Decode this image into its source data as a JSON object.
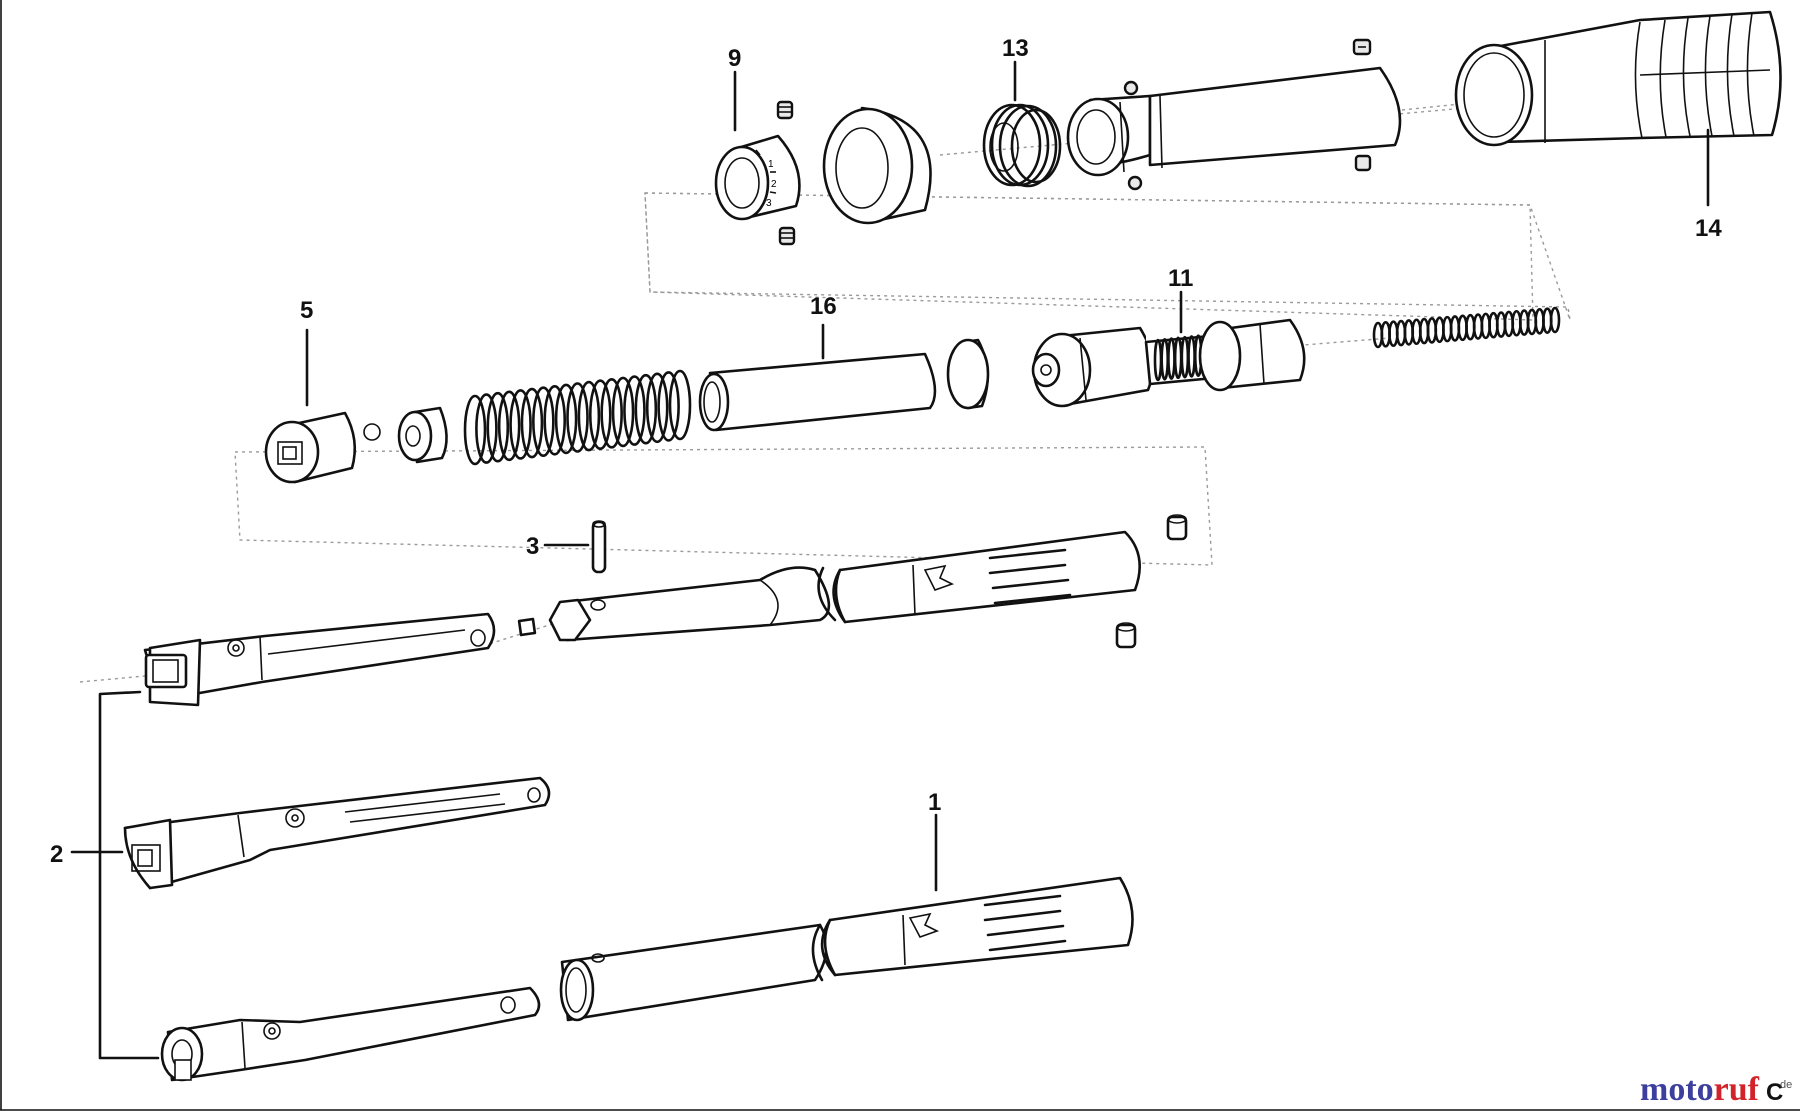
{
  "labels": {
    "p1": "1",
    "p2": "2",
    "p3": "3",
    "p5": "5",
    "p9": "9",
    "p11": "11",
    "p13": "13",
    "p14": "14",
    "p16": "16"
  },
  "dial_marks": [
    "1",
    "2",
    "3"
  ],
  "watermark": {
    "brand_blue": "moto",
    "brand_red": "ruf",
    "suffix": "C",
    "tiny": "de",
    "color_blue": "#3d3f9e",
    "color_red": "#d2232a"
  }
}
